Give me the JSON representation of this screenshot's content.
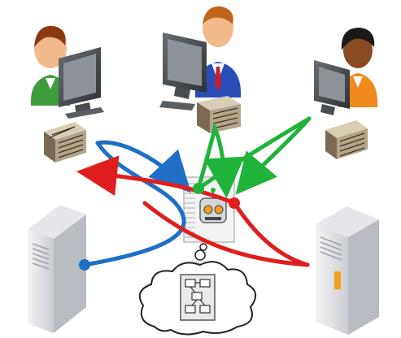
{
  "diagram": {
    "users": [
      {
        "id": "user-left",
        "shirt": "#3f9c3a",
        "skin": "#f2b98a",
        "hair": "#8b3a10"
      },
      {
        "id": "user-center",
        "shirt": "#2b4db8",
        "skin": "#f2b98a",
        "hair": "#c2651c"
      },
      {
        "id": "user-right",
        "shirt": "#f08a1c",
        "skin": "#8a4a22",
        "hair": "#1a1a1a"
      }
    ],
    "servers": [
      "server-left",
      "server-right"
    ],
    "hub": {
      "robot": "robot-agent",
      "thought": "workflow-cloud"
    },
    "flows": [
      {
        "name": "blue",
        "color": "#1f6fc5"
      },
      {
        "name": "red",
        "color": "#e01e1e"
      },
      {
        "name": "green",
        "color": "#1fb33a"
      }
    ]
  }
}
